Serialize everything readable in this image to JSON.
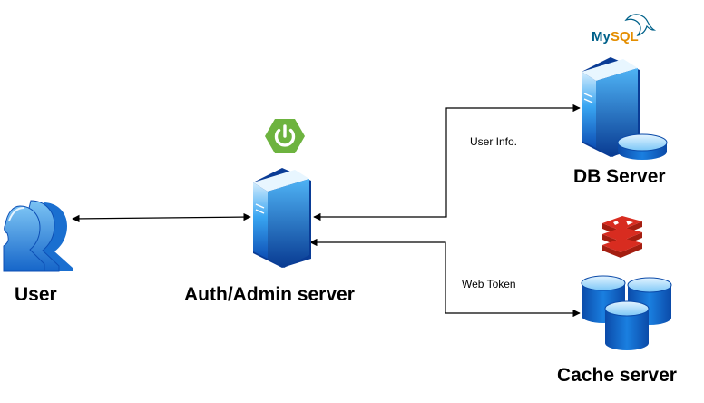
{
  "nodes": {
    "user": {
      "label": "User"
    },
    "auth": {
      "label": "Auth/Admin server"
    },
    "db": {
      "label": "DB Server"
    },
    "cache": {
      "label": "Cache server"
    }
  },
  "edges": {
    "user_info": {
      "label": "User Info."
    },
    "web_token": {
      "label": "Web Token"
    }
  },
  "logos": {
    "mysql": {
      "my": "My",
      "sql": "SQL",
      "icon": "mysql-logo"
    },
    "spring": {
      "icon": "spring-power-logo"
    },
    "redis": {
      "icon": "redis-logo"
    }
  },
  "colors": {
    "server_light": "#bfe3fb",
    "server_mid": "#2e9ff0",
    "server_dark": "#0b3e9e",
    "spring_green": "#6db33f",
    "redis_red": "#d82c20",
    "mysql_blue": "#00618a",
    "mysql_orange": "#e48e00",
    "edge": "#000000"
  }
}
